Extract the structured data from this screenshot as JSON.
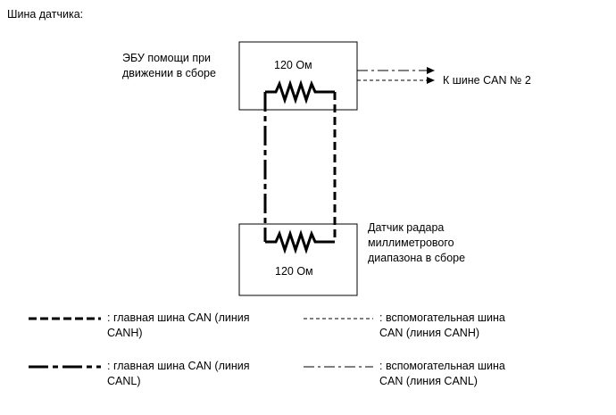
{
  "title": "Шина датчика:",
  "ecu": {
    "label_line1": "ЭБУ помощи при",
    "label_line2": "движении в сборе",
    "resistor": "120 Ом"
  },
  "sensor": {
    "label_line1": "Датчик радара",
    "label_line2": "миллиметрового",
    "label_line3": "диапазона в сборе",
    "resistor": "120 Ом"
  },
  "can2_label": "К шине CAN № 2",
  "legend": [
    {
      "line1": ": главная шина CAN (линия",
      "line2": "CANH)",
      "style": "thick-dash"
    },
    {
      "line1": ": вспомогательная шина",
      "line2": "CAN (линия CANH)",
      "style": "thin-dash"
    },
    {
      "line1": ": главная шина CAN (линия",
      "line2": "CANL)",
      "style": "thick-dashdot"
    },
    {
      "line1": ": вспомогательная шина",
      "line2": "CAN (линия CANL)",
      "style": "thin-dashdot"
    }
  ]
}
